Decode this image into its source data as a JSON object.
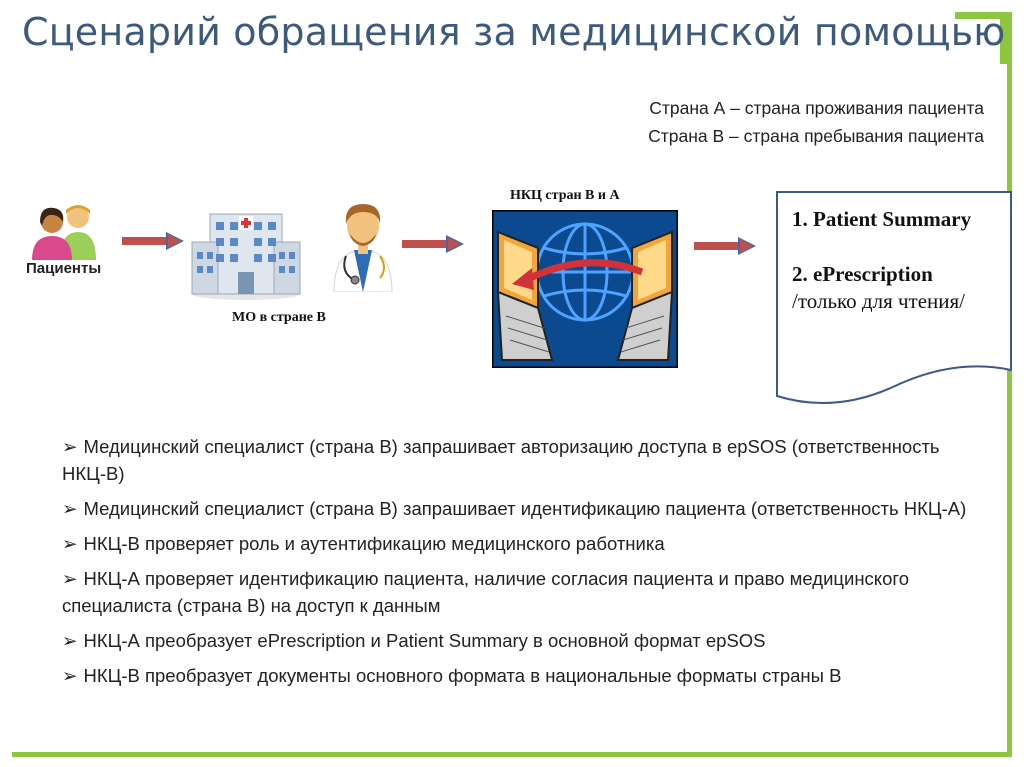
{
  "title": "Сценарий обращения за медицинской помощью",
  "legend": {
    "line1": "Страна А – страна проживания пациента",
    "line2": "Страна В – страна пребывания пациента"
  },
  "diagram": {
    "patients_label": "Пациенты",
    "mo_label": "МО в стране В",
    "nkc_label": "НКЦ стран В и А",
    "document": {
      "item1": "1. Patient Summary",
      "item2": "2. ePrescription",
      "item2_note": "/только для чтения/"
    }
  },
  "bullet_marker": "➢",
  "bullets": [
    "Медицинский специалист (страна В) запрашивает авторизацию доступа в epSOS (ответственность НКЦ-В)",
    "Медицинский специалист (страна В) запрашивает идентификацию пациента (ответственность НКЦ-А)",
    "НКЦ-В проверяет роль и аутентификацию медицинского работника",
    "НКЦ-А проверяет идентификацию пациента, наличие согласия пациента и право медицинского специалиста (страна В) на доступ к данным",
    "НКЦ-А преобразует ePrescription и Patient Summary в основной формат epSOS",
    "НКЦ-В преобразует документы основного формата в национальные форматы страны В"
  ],
  "colors": {
    "title": "#3d5a7d",
    "accent_green": "#8fc63f",
    "arrow": "#c0504d",
    "globe": "#2f7fd1",
    "screen_bg": "#0b4a8f"
  }
}
